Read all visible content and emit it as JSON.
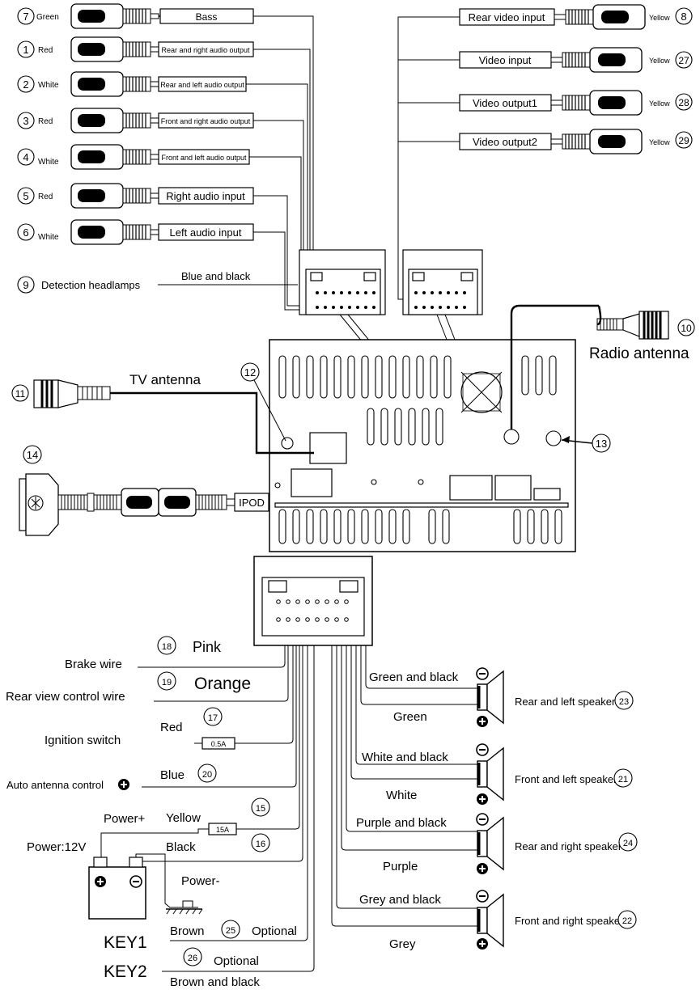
{
  "rca_left": [
    {
      "num": "7",
      "color": "Green",
      "label": "Bass"
    },
    {
      "num": "1",
      "color": "Red",
      "label": "Rear and right audio output"
    },
    {
      "num": "2",
      "color": "White",
      "label": "Rear and left audio output"
    },
    {
      "num": "3",
      "color": "Red",
      "label": "Front and right audio output"
    },
    {
      "num": "4",
      "color": "White",
      "label": "Front and left audio output"
    },
    {
      "num": "5",
      "color": "Red",
      "label": "Right audio input"
    },
    {
      "num": "6",
      "color": "White",
      "label": "Left audio input"
    }
  ],
  "detection": {
    "num": "9",
    "label": "Detection headlamps",
    "wire": "Blue and black"
  },
  "rca_right": [
    {
      "num": "8",
      "color": "Yellow",
      "label": "Rear video input"
    },
    {
      "num": "27",
      "color": "Yellow",
      "label": "Video input"
    },
    {
      "num": "28",
      "color": "Yellow",
      "label": "Video output1"
    },
    {
      "num": "29",
      "color": "Yellow",
      "label": "Video output2"
    }
  ],
  "radio_antenna": {
    "num": "10",
    "label": "Radio antenna"
  },
  "tv_antenna": {
    "num": "11",
    "label": "TV antenna"
  },
  "callouts": {
    "n12": "12",
    "n13": "13",
    "n14": "14"
  },
  "ipod_label": "IPOD",
  "left_wires": {
    "brake": {
      "label": "Brake wire",
      "num": "18",
      "color": "Pink"
    },
    "rear_view": {
      "label": "Rear view control wire",
      "num": "19",
      "color": "Orange"
    },
    "ignition": {
      "label": "Ignition switch",
      "num": "17",
      "color": "Red",
      "fuse": "0.5A"
    },
    "auto_antenna": {
      "label": "Auto antenna control",
      "num": "20",
      "color": "Blue"
    },
    "power_plus": {
      "label": "Power+",
      "num": "15",
      "color": "Yellow",
      "fuse": "15A"
    },
    "power_12v": {
      "label": "Power:12V",
      "num": "16",
      "color": "Black"
    },
    "power_minus": {
      "label": "Power-"
    },
    "key1": {
      "label": "KEY1",
      "num": "25",
      "color": "Brown",
      "note": "Optional"
    },
    "key2": {
      "label": "KEY2",
      "num": "26",
      "color": "Brown and black",
      "note": "Optional"
    }
  },
  "speakers": [
    {
      "num": "23",
      "label": "Rear and left speaker",
      "neg": "Green and black",
      "pos": "Green"
    },
    {
      "num": "21",
      "label": "Front and left speaker",
      "neg": "White and black",
      "pos": "White"
    },
    {
      "num": "24",
      "label": "Rear and right speaker",
      "neg": "Purple and black",
      "pos": "Purple"
    },
    {
      "num": "22",
      "label": "Front and right speaker",
      "neg": "Grey and black",
      "pos": "Grey"
    }
  ]
}
